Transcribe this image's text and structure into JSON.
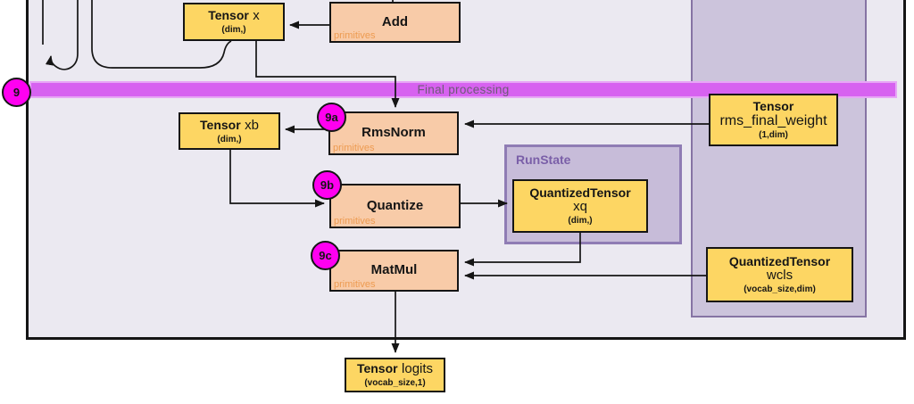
{
  "band": {
    "step_number": "9",
    "label": "Final processing"
  },
  "markers": {
    "a": "9a",
    "b": "9b",
    "c": "9c"
  },
  "runstate": {
    "label": "RunState"
  },
  "nodes": {
    "tensor_x": {
      "title": "Tensor",
      "name": "x",
      "dims": "(dim,)"
    },
    "add": {
      "title": "Add",
      "tag": "primitives"
    },
    "tensor_xb": {
      "title": "Tensor",
      "name": "xb",
      "dims": "(dim,)"
    },
    "rmsnorm": {
      "title": "RmsNorm",
      "tag": "primitives"
    },
    "rms_final_weight": {
      "title": "Tensor",
      "name": "rms_final_weight",
      "dims": "(1,dim)"
    },
    "quantize": {
      "title": "Quantize",
      "tag": "primitives"
    },
    "xq": {
      "title": "QuantizedTensor",
      "name": "xq",
      "dims": "(dim,)"
    },
    "matmul": {
      "title": "MatMul",
      "tag": "primitives"
    },
    "wcls": {
      "title": "QuantizedTensor",
      "name": "wcls",
      "dims": "(vocab_size,dim)"
    },
    "logits": {
      "title": "Tensor",
      "name": "logits",
      "dims": "(vocab_size,1)"
    }
  },
  "colors": {
    "tensor_box": "#FDD663",
    "primitive_box": "#F8CBA8",
    "primitives_text": "#ED9B51",
    "step_circle": "#FF00F0",
    "band_fill": "#D762F0",
    "band_edge": "#E7A6F6",
    "band_text": "#6E5A78",
    "outer_fill": "#EBE9F1",
    "weights_panel_fill": "#CCC4DC",
    "runstate_fill": "#C7BCD9",
    "purple_border": "#8674A4",
    "runstate_text": "#7A5FA8"
  }
}
